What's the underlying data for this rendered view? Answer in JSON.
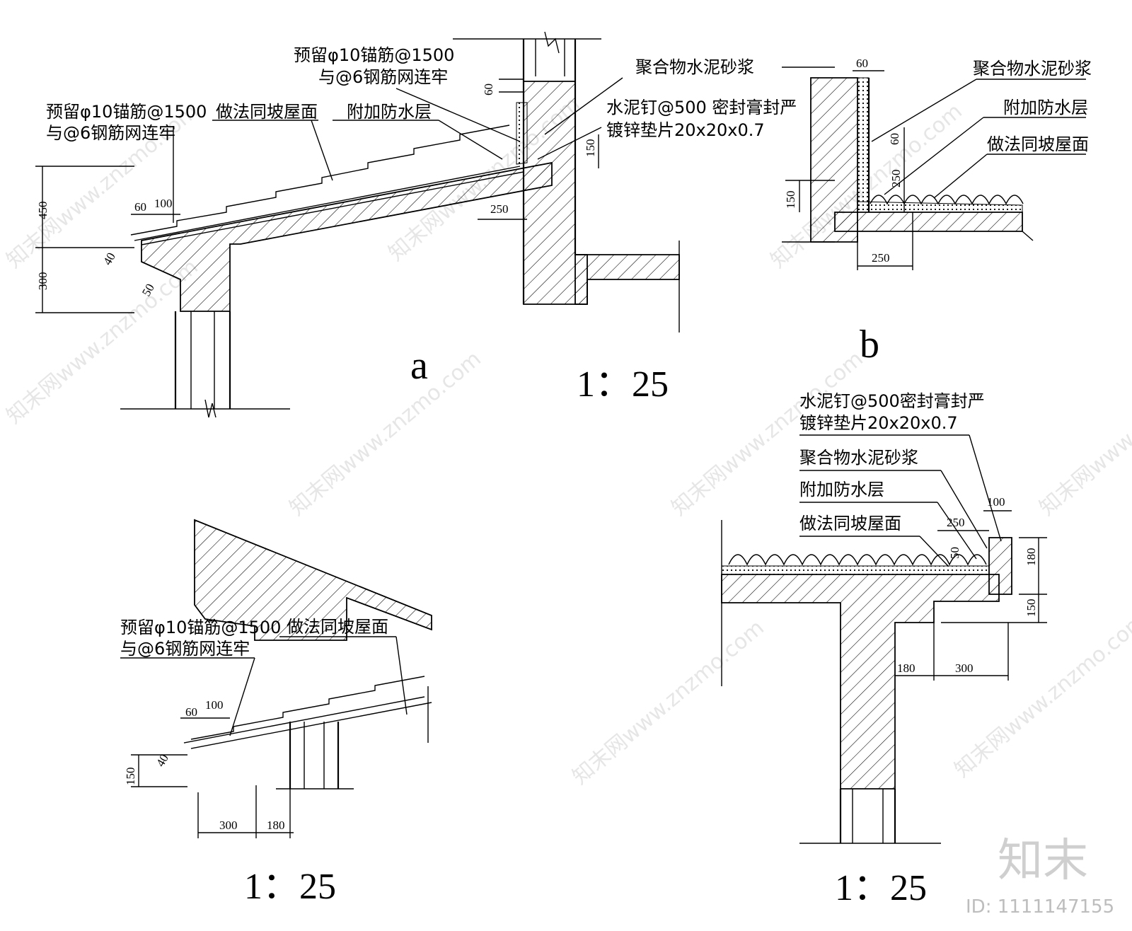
{
  "detail_a": {
    "label_anchor_left": "预留φ10锚筋@1500",
    "label_anchor_left_2": "与@6钢筋网连牢",
    "label_same_left": "做法同坡屋面",
    "label_extra_wp": "附加防水层",
    "label_anchor_top": "预留φ10锚筋@1500",
    "label_anchor_top_2": "与@6钢筋网连牢",
    "label_mortar": "聚合物水泥砂浆",
    "label_nail": "水泥钉@500 密封膏封严",
    "label_washer": "镀锌垫片20x20x0.7",
    "dims": [
      "60",
      "100",
      "450",
      "300",
      "40",
      "50",
      "60",
      "150",
      "250"
    ],
    "mark": "a",
    "scale": "1：25"
  },
  "detail_b": {
    "label_mortar": "聚合物水泥砂浆",
    "label_extra_wp": "附加防水层",
    "label_same": "做法同坡屋面",
    "dims": [
      "60",
      "60",
      "250",
      "150",
      "250"
    ],
    "mark": "b"
  },
  "detail_c": {
    "label_anchor": "预留φ10锚筋@1500",
    "label_anchor_2": "与@6钢筋网连牢",
    "label_same": "做法同坡屋面",
    "dims": [
      "60",
      "100",
      "150",
      "40",
      "300",
      "180"
    ],
    "scale": "1：25"
  },
  "detail_d": {
    "label_nail": "水泥钉@500密封膏封严",
    "label_washer": "镀锌垫片20x20x0.7",
    "label_mortar": "聚合物水泥砂浆",
    "label_extra_wp": "附加防水层",
    "label_same": "做法同坡屋面",
    "dims": [
      "100",
      "250",
      "50",
      "180",
      "150",
      "180",
      "300"
    ],
    "scale": "1：25"
  },
  "watermark": {
    "text": "知末网www.znzmo.com",
    "logo": "知末",
    "id": "ID: 1111147155"
  }
}
